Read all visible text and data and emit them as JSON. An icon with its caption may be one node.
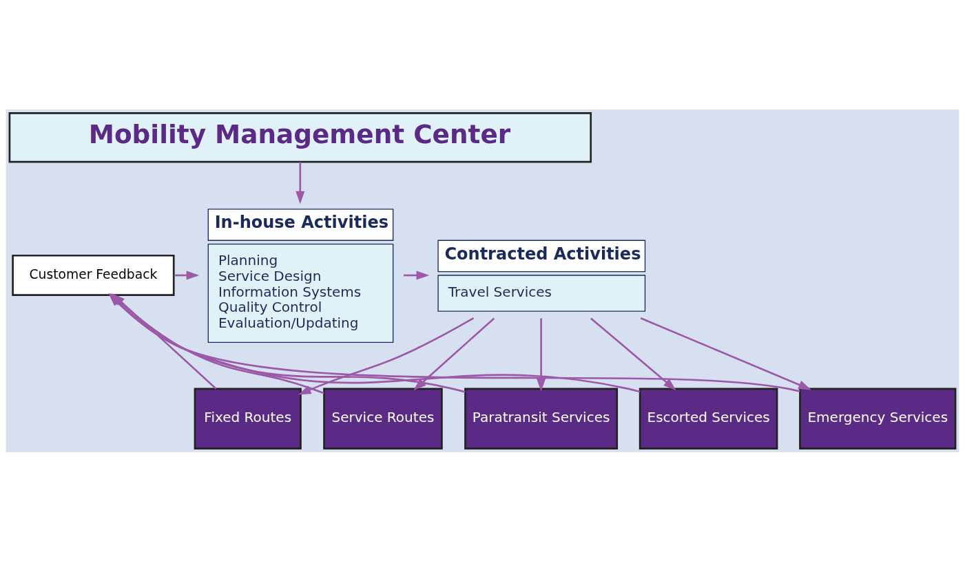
{
  "diagram": {
    "nodes": [
      {
        "text": [
          "Mobility Management Center"
        ]
      },
      {
        "text": [
          "In-house Activities",
          "Planning",
          "Service Design",
          "Information Systems",
          "Quality Control",
          "Evaluation/Updating"
        ]
      },
      {
        "text": [
          "Contracted Activities",
          "Travel Services"
        ]
      },
      {
        "text": [
          "Customer Feedback"
        ]
      },
      {
        "text": [
          "Fixed Routes"
        ]
      },
      {
        "text": [
          "Service Routes"
        ]
      },
      {
        "text": [
          "Paratransit Services"
        ]
      },
      {
        "text": [
          "Escorted Services"
        ]
      },
      {
        "text": [
          "Emergency Services"
        ]
      }
    ],
    "edges": [
      {
        "from": 0,
        "to": 1,
        "arrow": "to"
      },
      {
        "from": 1,
        "to": 2,
        "arrow": "to"
      },
      {
        "from": 2,
        "to": 4,
        "arrow": "to"
      },
      {
        "from": 2,
        "to": 5,
        "arrow": "to"
      },
      {
        "from": 2,
        "to": 6,
        "arrow": "to"
      },
      {
        "from": 2,
        "to": 7,
        "arrow": "to"
      },
      {
        "from": 2,
        "to": 8,
        "arrow": "to"
      },
      {
        "from": 4,
        "to": 3,
        "arrow": "to"
      },
      {
        "from": 5,
        "to": 3,
        "arrow": "to"
      },
      {
        "from": 6,
        "to": 3,
        "arrow": "to"
      },
      {
        "from": 7,
        "to": 3,
        "arrow": "to"
      },
      {
        "from": 8,
        "to": 3,
        "arrow": "to"
      },
      {
        "from": 3,
        "to": 1,
        "arrow": "to"
      }
    ]
  }
}
